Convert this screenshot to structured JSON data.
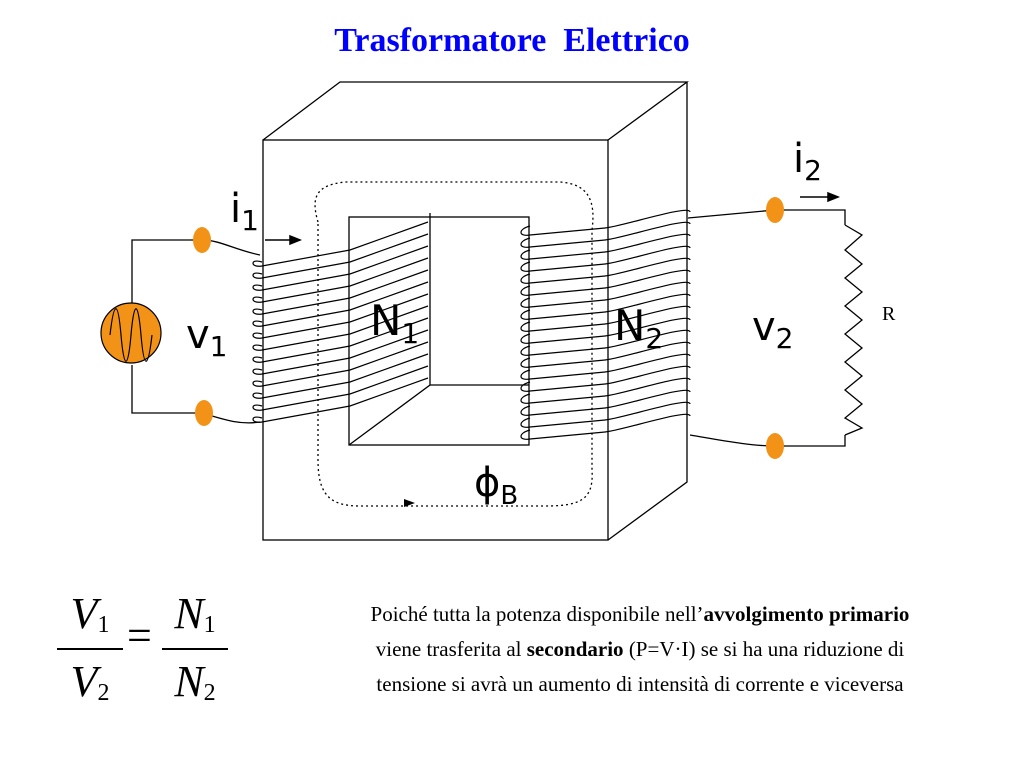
{
  "title": "Trasformatore  Elettrico",
  "labels": {
    "i1": "i",
    "i1_sub": "1",
    "i2": "i",
    "i2_sub": "2",
    "v1": "v",
    "v1_sub": "1",
    "v2": "v",
    "v2_sub": "2",
    "N1": "N",
    "N1_sub": "1",
    "N2": "N",
    "N2_sub": "2",
    "phi": "ϕ",
    "phi_sub": "B",
    "R": "R"
  },
  "formula": {
    "left_num": "V",
    "left_num_sub": "1",
    "left_den": "V",
    "left_den_sub": "2",
    "equals": "=",
    "right_num": "N",
    "right_num_sub": "1",
    "right_den": "N",
    "right_den_sub": "2"
  },
  "description": {
    "line1_a": "Poiché tutta la potenza disponibile nell’",
    "line1_b": "avvolgimento primario",
    "line2_a": "viene trasferita al ",
    "line2_b": "secondario",
    "line2_c": " (P=V·I) se si ha una riduzione di",
    "line3": "tensione si avrà un aumento di intensità di corrente e viceversa"
  },
  "colors": {
    "title": "#0000ff",
    "terminal": "#f29318",
    "source": "#f29318",
    "lines": "#000000"
  },
  "icons": {
    "source": "ac-voltage-source-icon",
    "resistor": "resistor-icon",
    "terminal": "terminal-icon"
  }
}
